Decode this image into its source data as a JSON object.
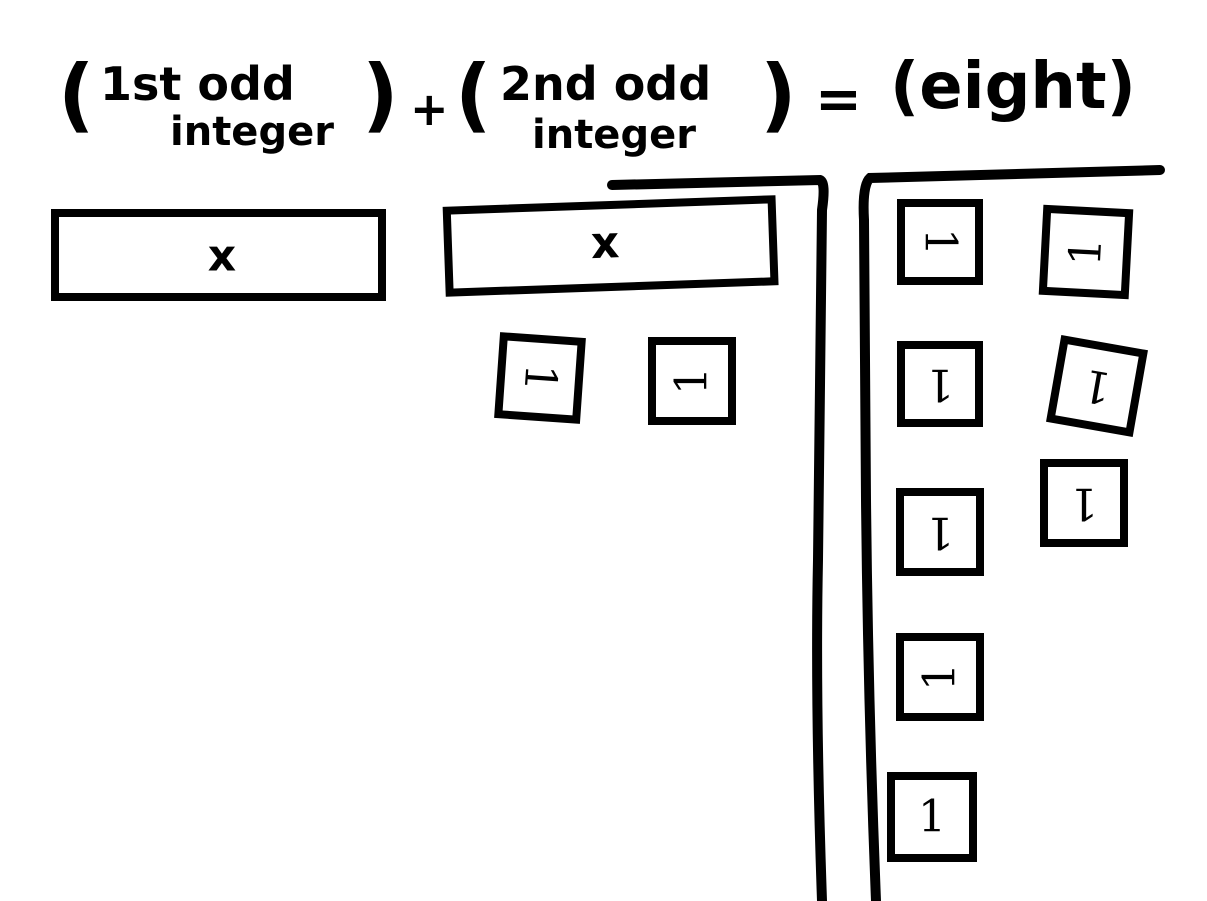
{
  "equation": {
    "open1": "(",
    "term1_line1": "1st odd",
    "term1_line2": "integer",
    "close1": ")",
    "plus": "+",
    "open2": "(",
    "term2_line1": "2nd odd",
    "term2_line2": "integer",
    "close2": ")",
    "equals": "=",
    "result": "(eight)"
  },
  "tiles": {
    "x_label": "x",
    "unit_label": "1"
  },
  "colors": {
    "ink": "#000000",
    "paper": "#ffffff"
  }
}
